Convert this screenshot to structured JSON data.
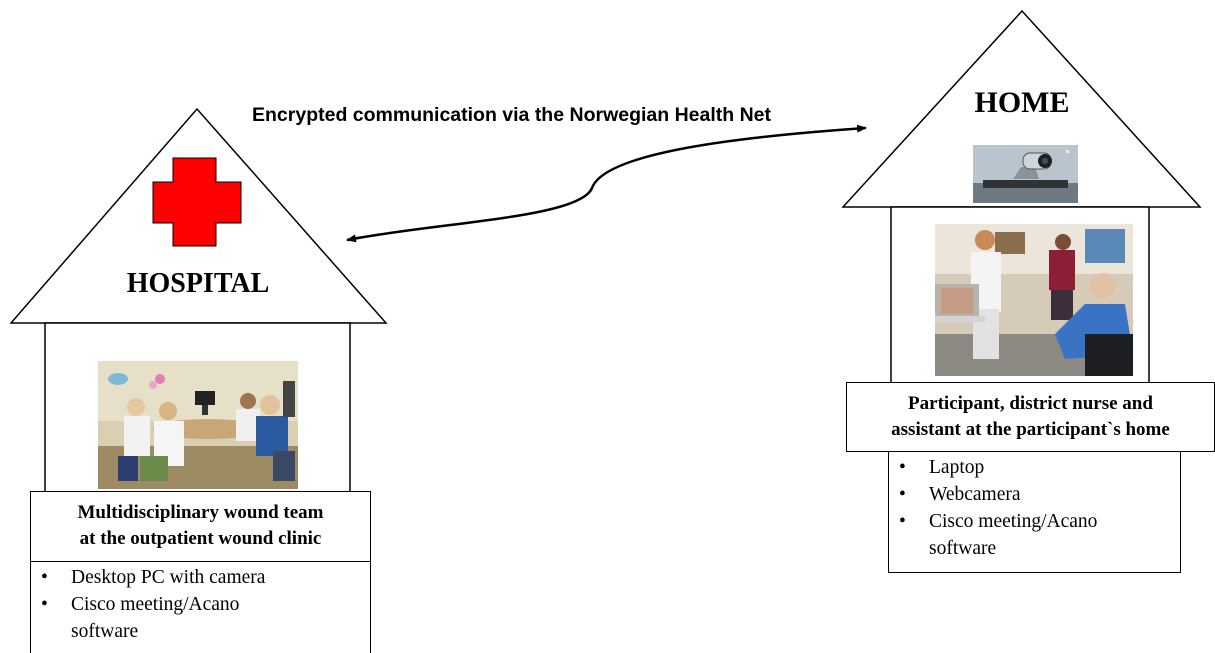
{
  "connection": {
    "caption": "Encrypted communication via the Norwegian Health Net"
  },
  "hospital": {
    "title": "HOSPITAL",
    "icon": "red-cross-icon",
    "cross_color": "#ff0000",
    "photo": "hospital-team-videoconference-photo",
    "label": [
      "Multidisciplinary wound team",
      "at the outpatient wound clinic"
    ],
    "equipment": [
      "Desktop PC with camera",
      "Cisco meeting/Acano software"
    ]
  },
  "home": {
    "title": "HOME",
    "icon": "webcam-icon",
    "photo": "home-participant-photo",
    "label": [
      "Participant, district nurse and",
      "assistant at the participant`s home"
    ],
    "equipment": [
      "Laptop",
      "Webcamera",
      "Cisco meeting/Acano software"
    ]
  }
}
